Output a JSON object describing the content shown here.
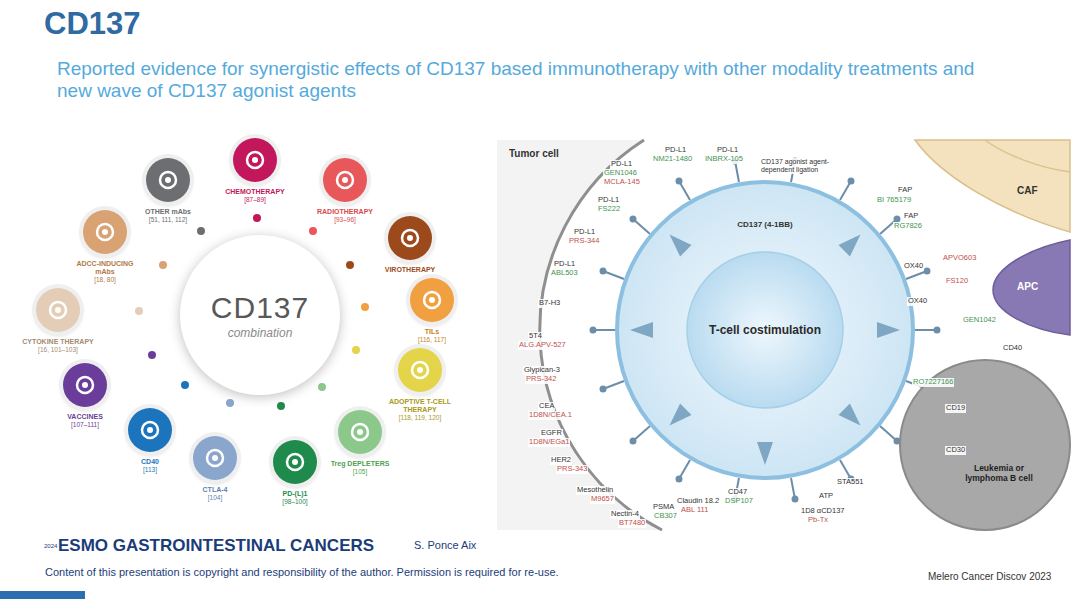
{
  "diagram": {
    "title": "CD137",
    "nodes": [
      {
        "text": [
          "CD137",
          "combination"
        ]
      },
      {
        "text": [
          "OTHER mAbs",
          "[51, 111, 112]"
        ]
      },
      {
        "text": [
          "CHEMOTHERAPY",
          "[87–89]"
        ]
      },
      {
        "text": [
          "RADIOTHERAPY",
          "[93–96]"
        ]
      },
      {
        "text": [
          "VIROTHERAPY"
        ]
      },
      {
        "text": [
          "TILs",
          "[116, 117]"
        ]
      },
      {
        "text": [
          "ADOPTIVE T-CELL THERAPY",
          "[118, 119, 120]"
        ]
      },
      {
        "text": [
          "Treg DEPLETERS",
          "[105]"
        ]
      },
      {
        "text": [
          "PD-(L)1",
          "[98–100]"
        ]
      },
      {
        "text": [
          "CTLA-4",
          "[104]"
        ]
      },
      {
        "text": [
          "CD40",
          "[113]"
        ]
      },
      {
        "text": [
          "VACCINES",
          "[107–111]"
        ]
      },
      {
        "text": [
          "CYTOKINE THERAPY",
          "[16, 101–103]"
        ]
      },
      {
        "text": [
          "ADCC-INDUCING mAbs",
          "[18, 80]"
        ]
      },
      {
        "text": [
          "Tumor cell"
        ]
      },
      {
        "text": [
          "CD137 (4-1BB)"
        ]
      },
      {
        "text": [
          "T-cell costimulation"
        ],
        "in": 15
      },
      {
        "text": [
          "CAF"
        ]
      },
      {
        "text": [
          "APC"
        ]
      },
      {
        "text": [
          "Leukemia or lymphoma B cell"
        ]
      }
    ],
    "labels": [
      "Reported evidence for synergistic effects of CD137 based immunotherapy with other modality treatments and new wave of CD137 agonist agents",
      "PD-L1",
      "NM21-1480",
      "PD-L1",
      "INBRX-105",
      "CD137 agonist agent-dependent ligation",
      "PD-L1",
      "GEN1046",
      "MCLA-145",
      "PD-L1",
      "FS222",
      "PD-L1",
      "PRS-344",
      "PD-L1",
      "ABL503",
      "B7-H3",
      "5T4",
      "ALG.APV-527",
      "Glypican-3",
      "PRS-342",
      "CEA",
      "1D8N/CEA.1",
      "EGFR",
      "1D8N/EGa1",
      "HER2",
      "PRS-343",
      "Mesothelin",
      "M9657",
      "Nectin-4",
      "BT7480",
      "PSMA",
      "CB307",
      "Claudin 18.2",
      "ABL 111",
      "CD47",
      "DSP107",
      "1D8 αCD137",
      "Pb-Tx",
      "STA551",
      "ATP",
      "FAP",
      "BI 765179",
      "FAP",
      "RG7826",
      "APVO603",
      "OX40",
      "FS120",
      "OX40",
      "GEN1042",
      "CD40",
      "RO7227166",
      "CD19",
      "CD30",
      "2024",
      "ESMO GASTROINTESTINAL CANCERS",
      "S. Ponce Aix",
      "Content of this presentation is copyright and responsibility of the author. Permission is required for re-use.",
      "Melero Cancer Discov 2023"
    ]
  }
}
